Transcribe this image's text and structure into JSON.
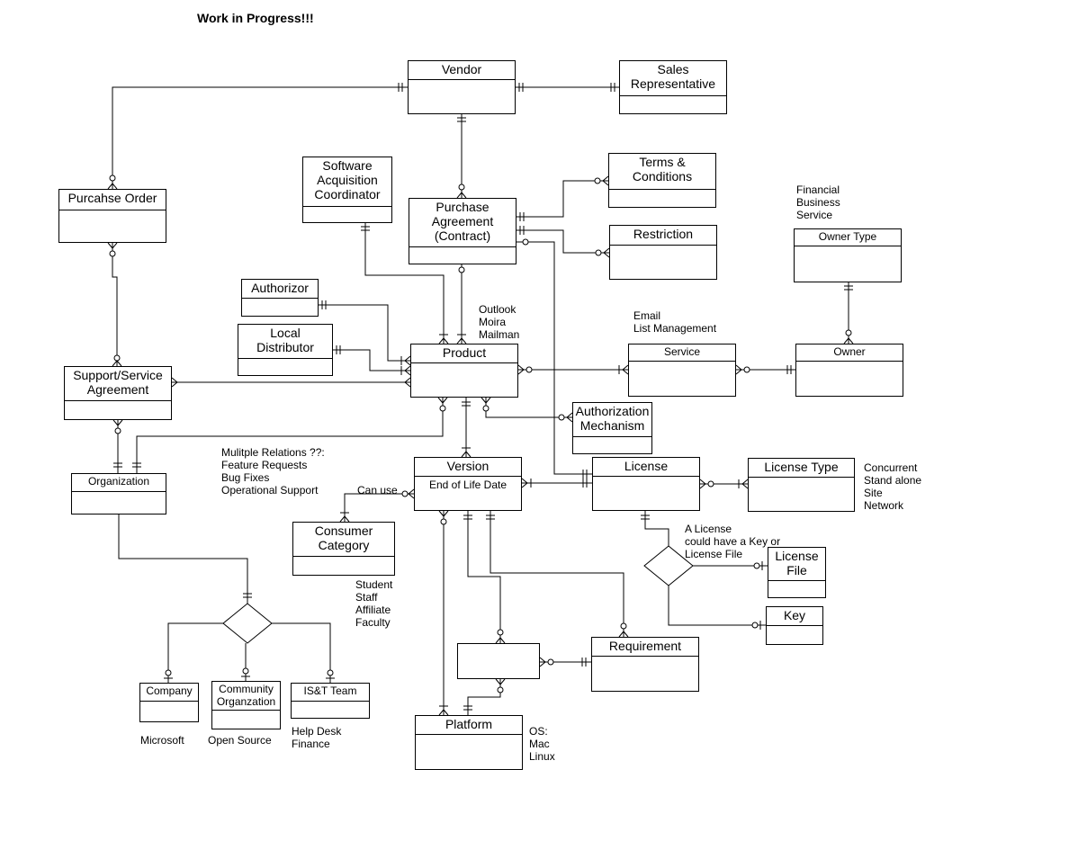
{
  "title": "Work in Progress!!!",
  "entities": {
    "vendor": "Vendor",
    "sales_representative": "Sales\nRepresentative",
    "purchase_order": "Purcahse Order",
    "software_acquisition_coordinator": "Software\nAcquisition\nCoordinator",
    "purchase_agreement": "Purchase\nAgreement\n(Contract)",
    "terms_conditions": "Terms &\nConditions",
    "restriction": "Restriction",
    "owner_type": "Owner Type",
    "authorizor": "Authorizor",
    "local_distributor": "Local\nDistributor",
    "product": "Product",
    "service": "Service",
    "owner": "Owner",
    "support_service_agreement": "Support/Service\nAgreement",
    "authorization_mechanism": "Authorization\nMechanism",
    "organization": "Organization",
    "version": "Version",
    "license": "License",
    "license_type": "License Type",
    "consumer_category": "Consumer\nCategory",
    "license_file": "License\nFile",
    "key": "Key",
    "requirement": "Requirement",
    "platform": "Platform",
    "company": "Company",
    "community_organization": "Community\nOrganzation",
    "ist_team": "IS&T Team"
  },
  "attributes": {
    "version_end_of_life": "End of Life Date"
  },
  "relationship_labels": {
    "can_use": "Can use"
  },
  "notes": {
    "owner_type_examples": "Financial\nBusiness\nService",
    "product_examples": "Outlook\nMoira\nMailman",
    "service_examples": "Email\nList Management",
    "multiple_relations": "Mulitple Relations ??:\nFeature Requests\nBug Fixes\nOperational Support",
    "license_type_examples": "Concurrent\nStand alone\nSite\nNetwork",
    "license_key_note": "A License\ncould have a Key or\nLicense File",
    "consumer_examples": "Student\nStaff\nAffiliate\nFaculty",
    "platform_examples": "OS:\nMac\nLinux",
    "company_examples": "Microsoft",
    "community_examples": "Open Source",
    "ist_examples": "Help Desk\nFinance"
  }
}
